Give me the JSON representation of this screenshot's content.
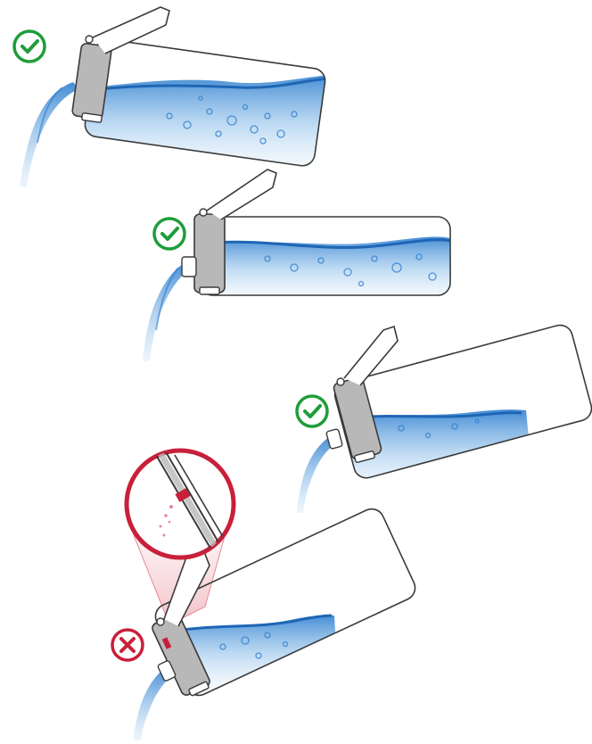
{
  "steps": [
    {
      "status": "correct",
      "icon": "check-circle-icon",
      "water_level": 0.85,
      "tilt_deg": 8
    },
    {
      "status": "correct",
      "icon": "check-circle-icon",
      "water_level": 0.65,
      "tilt_deg": 0
    },
    {
      "status": "correct",
      "icon": "check-circle-icon",
      "water_level": 0.3,
      "tilt_deg": -15
    },
    {
      "status": "incorrect",
      "icon": "x-circle-icon",
      "water_level": 0.2,
      "tilt_deg": -25,
      "has_magnifier": true
    }
  ],
  "colors": {
    "correct": "#1f9d3a",
    "incorrect": "#c8203a",
    "water": "#2f7fcf",
    "outline": "#3a3a3a",
    "cap": "#b8b8b8"
  }
}
